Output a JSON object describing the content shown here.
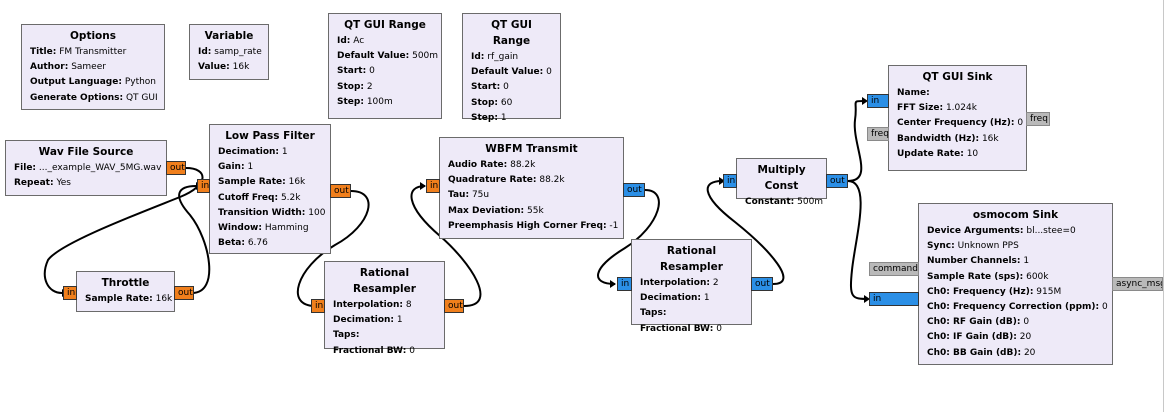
{
  "blocks": {
    "options": {
      "title": "Options",
      "rows": [
        {
          "k": "Title:",
          "v": "FM Transmitter"
        },
        {
          "k": "Author:",
          "v": "Sameer"
        },
        {
          "k": "Output Language:",
          "v": "Python"
        },
        {
          "k": "Generate Options:",
          "v": "QT GUI"
        }
      ]
    },
    "variable": {
      "title": "Variable",
      "rows": [
        {
          "k": "Id:",
          "v": "samp_rate"
        },
        {
          "k": "Value:",
          "v": "16k"
        }
      ]
    },
    "qt_range_ac": {
      "title": "QT GUI Range",
      "rows": [
        {
          "k": "Id:",
          "v": "Ac"
        },
        {
          "k": "Default Value:",
          "v": "500m"
        },
        {
          "k": "Start:",
          "v": "0"
        },
        {
          "k": "Stop:",
          "v": "2"
        },
        {
          "k": "Step:",
          "v": "100m"
        }
      ]
    },
    "qt_range_rf": {
      "title": "QT GUI Range",
      "rows": [
        {
          "k": "Id:",
          "v": "rf_gain"
        },
        {
          "k": "Default Value:",
          "v": "0"
        },
        {
          "k": "Start:",
          "v": "0"
        },
        {
          "k": "Stop:",
          "v": "60"
        },
        {
          "k": "Step:",
          "v": "1"
        }
      ]
    },
    "wav": {
      "title": "Wav File Source",
      "rows": [
        {
          "k": "File:",
          "v": "..._example_WAV_5MG.wav"
        },
        {
          "k": "Repeat:",
          "v": "Yes"
        }
      ]
    },
    "lpf": {
      "title": "Low Pass Filter",
      "rows": [
        {
          "k": "Decimation:",
          "v": "1"
        },
        {
          "k": "Gain:",
          "v": "1"
        },
        {
          "k": "Sample Rate:",
          "v": "16k"
        },
        {
          "k": "Cutoff Freq:",
          "v": "5.2k"
        },
        {
          "k": "Transition Width:",
          "v": "100"
        },
        {
          "k": "Window:",
          "v": "Hamming"
        },
        {
          "k": "Beta:",
          "v": "6.76"
        }
      ]
    },
    "throttle": {
      "title": "Throttle",
      "rows": [
        {
          "k": "Sample Rate:",
          "v": "16k"
        }
      ]
    },
    "resamp1": {
      "title": "Rational Resampler",
      "rows": [
        {
          "k": "Interpolation:",
          "v": "8"
        },
        {
          "k": "Decimation:",
          "v": "1"
        },
        {
          "k": "Taps:",
          "v": ""
        },
        {
          "k": "Fractional BW:",
          "v": "0"
        }
      ]
    },
    "wbfm": {
      "title": "WBFM Transmit",
      "rows": [
        {
          "k": "Audio Rate:",
          "v": "88.2k"
        },
        {
          "k": "Quadrature Rate:",
          "v": "88.2k"
        },
        {
          "k": "Tau:",
          "v": "75u"
        },
        {
          "k": "Max Deviation:",
          "v": "55k"
        },
        {
          "k": "Preemphasis High Corner Freq:",
          "v": "-1"
        }
      ]
    },
    "resamp2": {
      "title": "Rational Resampler",
      "rows": [
        {
          "k": "Interpolation:",
          "v": "2"
        },
        {
          "k": "Decimation:",
          "v": "1"
        },
        {
          "k": "Taps:",
          "v": ""
        },
        {
          "k": "Fractional BW:",
          "v": "0"
        }
      ]
    },
    "mult": {
      "title": "Multiply Const",
      "rows": [
        {
          "k": "Constant:",
          "v": "500m"
        }
      ]
    },
    "qtsink": {
      "title": "QT GUI Sink",
      "rows": [
        {
          "k": "Name:",
          "v": ""
        },
        {
          "k": "FFT Size:",
          "v": "1.024k"
        },
        {
          "k": "Center Frequency (Hz):",
          "v": "0"
        },
        {
          "k": "Bandwidth (Hz):",
          "v": "16k"
        },
        {
          "k": "Update Rate:",
          "v": "10"
        }
      ]
    },
    "osmo": {
      "title": "osmocom Sink",
      "rows": [
        {
          "k": "Device Arguments:",
          "v": "bl...stee=0"
        },
        {
          "k": "Sync:",
          "v": "Unknown PPS"
        },
        {
          "k": "Number Channels:",
          "v": "1"
        },
        {
          "k": "Sample Rate (sps):",
          "v": "600k"
        },
        {
          "k": "Ch0: Frequency (Hz):",
          "v": "915M"
        },
        {
          "k": "Ch0: Frequency Correction (ppm):",
          "v": "0"
        },
        {
          "k": "Ch0: RF Gain (dB):",
          "v": "0"
        },
        {
          "k": "Ch0: IF Gain (dB):",
          "v": "20"
        },
        {
          "k": "Ch0: BB Gain (dB):",
          "v": "20"
        }
      ]
    }
  },
  "ports": {
    "wav_out": "out",
    "lpf_in": "in",
    "lpf_out": "out",
    "throttle_in": "in",
    "throttle_out": "out",
    "resamp1_in": "in",
    "resamp1_out": "out",
    "wbfm_in": "in",
    "wbfm_out": "out",
    "resamp2_in": "in",
    "resamp2_out": "out",
    "mult_in": "in",
    "mult_out": "out",
    "qtsink_in": "in",
    "qtsink_freq_in": "freq",
    "qtsink_freq_out": "freq",
    "osmo_in": "in",
    "osmo_command": "command",
    "osmo_async": "async_msgs"
  },
  "colors": {
    "block_bg": "#eeeaf8",
    "float_port": "#f07f1c",
    "complex_port": "#2b8fe6",
    "message_port": "#b9b9b9"
  }
}
